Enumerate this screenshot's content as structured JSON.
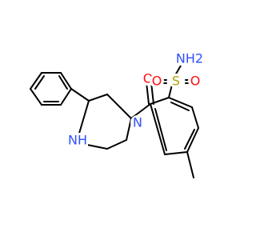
{
  "atom_colors": {
    "O": "#ff0d0d",
    "N": "#3050f8",
    "S": "#b3a400"
  },
  "atoms": {
    "O_carbonyl": {
      "label": "O",
      "element": "O"
    },
    "N_ring": {
      "label": "N",
      "element": "N"
    },
    "NH_ring": {
      "label": "NH",
      "element": "N"
    },
    "S": {
      "label": "S",
      "element": "S"
    },
    "O_sulfonyl_left": {
      "label": "O",
      "element": "O"
    },
    "O_sulfonyl_right": {
      "label": "O",
      "element": "O"
    },
    "NH2": {
      "label": "NH2",
      "element": "N"
    }
  }
}
